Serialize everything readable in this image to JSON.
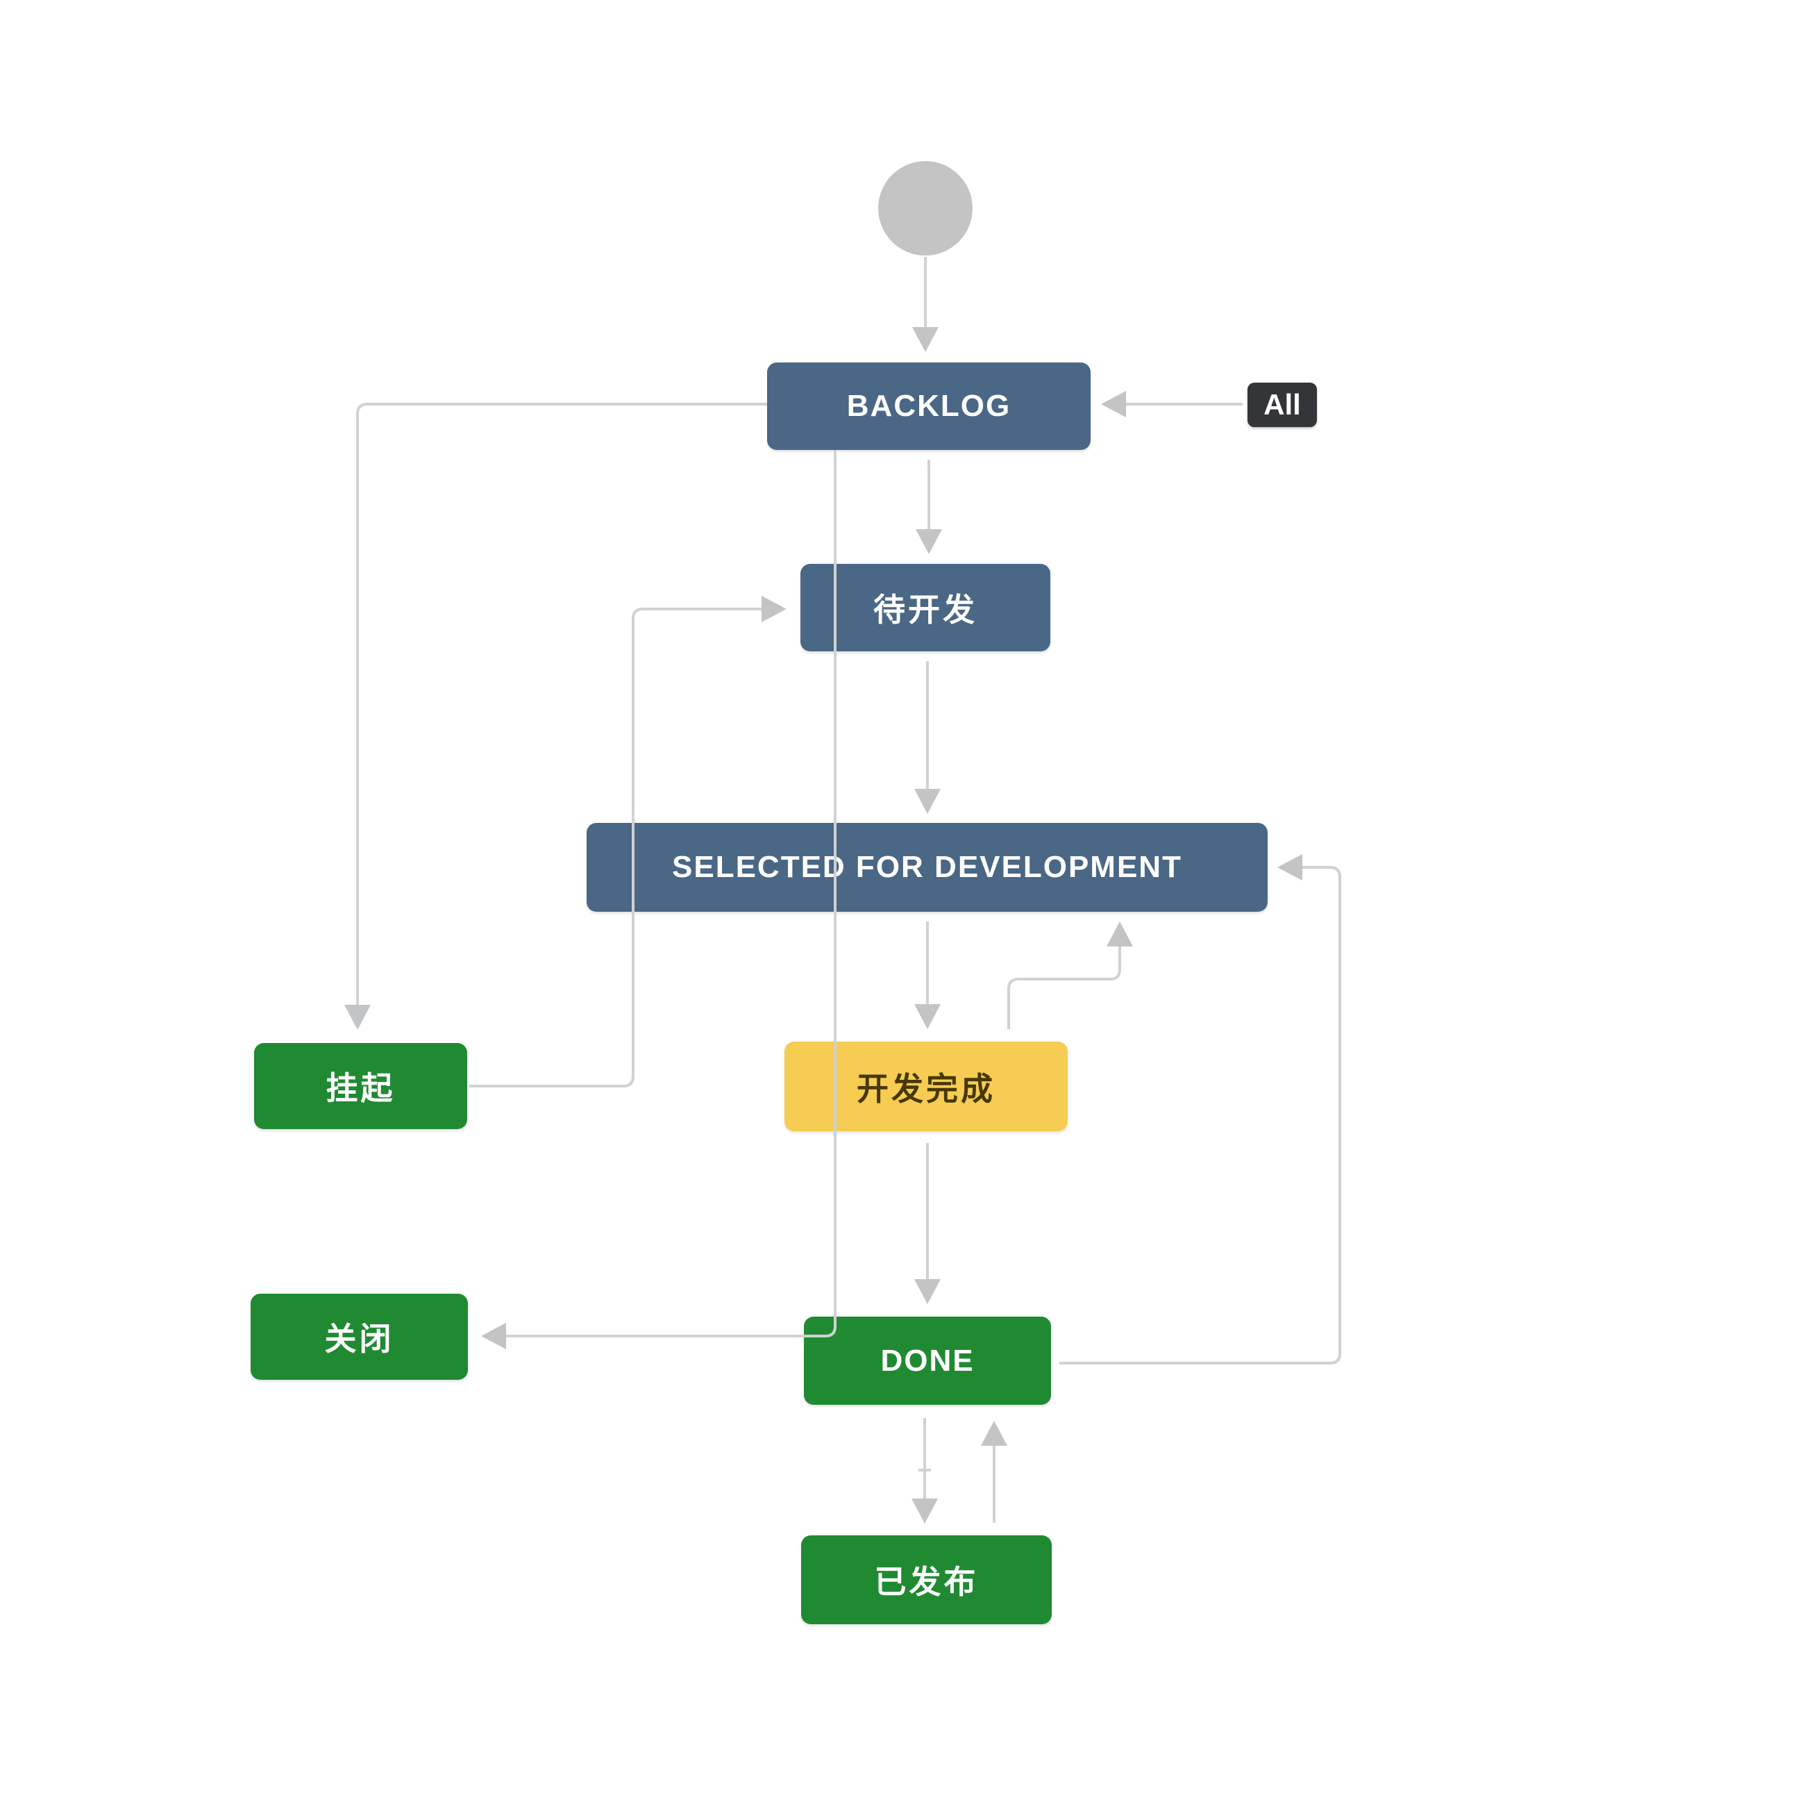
{
  "workflow": {
    "statuses": {
      "backlog": "BACKLOG",
      "to_develop": "待开发",
      "selected_for_development": "SELECTED FOR DEVELOPMENT",
      "dev_complete": "开发完成",
      "suspended": "挂起",
      "closed": "关闭",
      "done": "DONE",
      "released": "已发布"
    },
    "transition_chip": {
      "label": "All"
    },
    "colors": {
      "status_blue": "#4a6785",
      "status_green": "#208a33",
      "status_yellow": "#f6cc52",
      "yellow_text": "#473805",
      "chip_dark": "#333538",
      "line_gray": "#d0d1d2",
      "arrow_gray": "#c2c4c6",
      "start_node_gray": "#c4c4c4",
      "canvas_bg": "#ffffff"
    }
  }
}
